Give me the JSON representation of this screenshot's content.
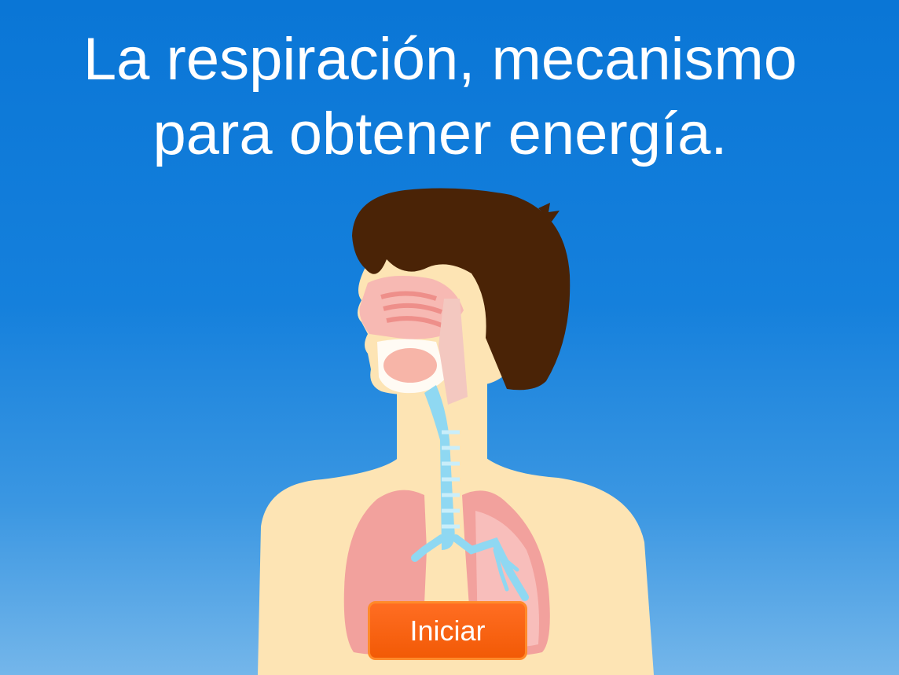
{
  "title": {
    "line1": "La respiración, mecanismo",
    "line2": "para obtener energía."
  },
  "illustration": {
    "icon": "respiratory-system-figure",
    "colors": {
      "skin": "#fde4b4",
      "hair": "#4a2306",
      "lung": "#f2a19d",
      "trachea": "#8fd8f2"
    }
  },
  "start_button": {
    "label": "Iniciar",
    "color": "#f25a06"
  }
}
